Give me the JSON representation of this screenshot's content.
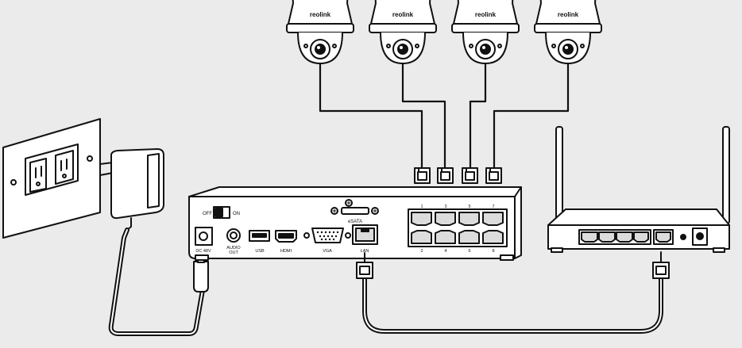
{
  "cameras": [
    {
      "brand": "reolink"
    },
    {
      "brand": "reolink"
    },
    {
      "brand": "reolink"
    },
    {
      "brand": "reolink"
    }
  ],
  "nvr": {
    "power_off": "OFF",
    "power_on": "ON",
    "esata": "eSATA",
    "ports": {
      "dc": "DC 48V",
      "audio_line1": "AUDIO",
      "audio_line2": "OUT",
      "usb": "USB",
      "hdmi": "HDMI",
      "vga": "VGA",
      "lan": "LAN"
    },
    "poe_top": [
      "1",
      "3",
      "5",
      "7"
    ],
    "poe_bottom": [
      "2",
      "4",
      "6",
      "8"
    ]
  },
  "colors": {
    "background": "#ebebeb",
    "line": "#111111",
    "fill": "#ffffff",
    "port": "#dcdcdc"
  }
}
